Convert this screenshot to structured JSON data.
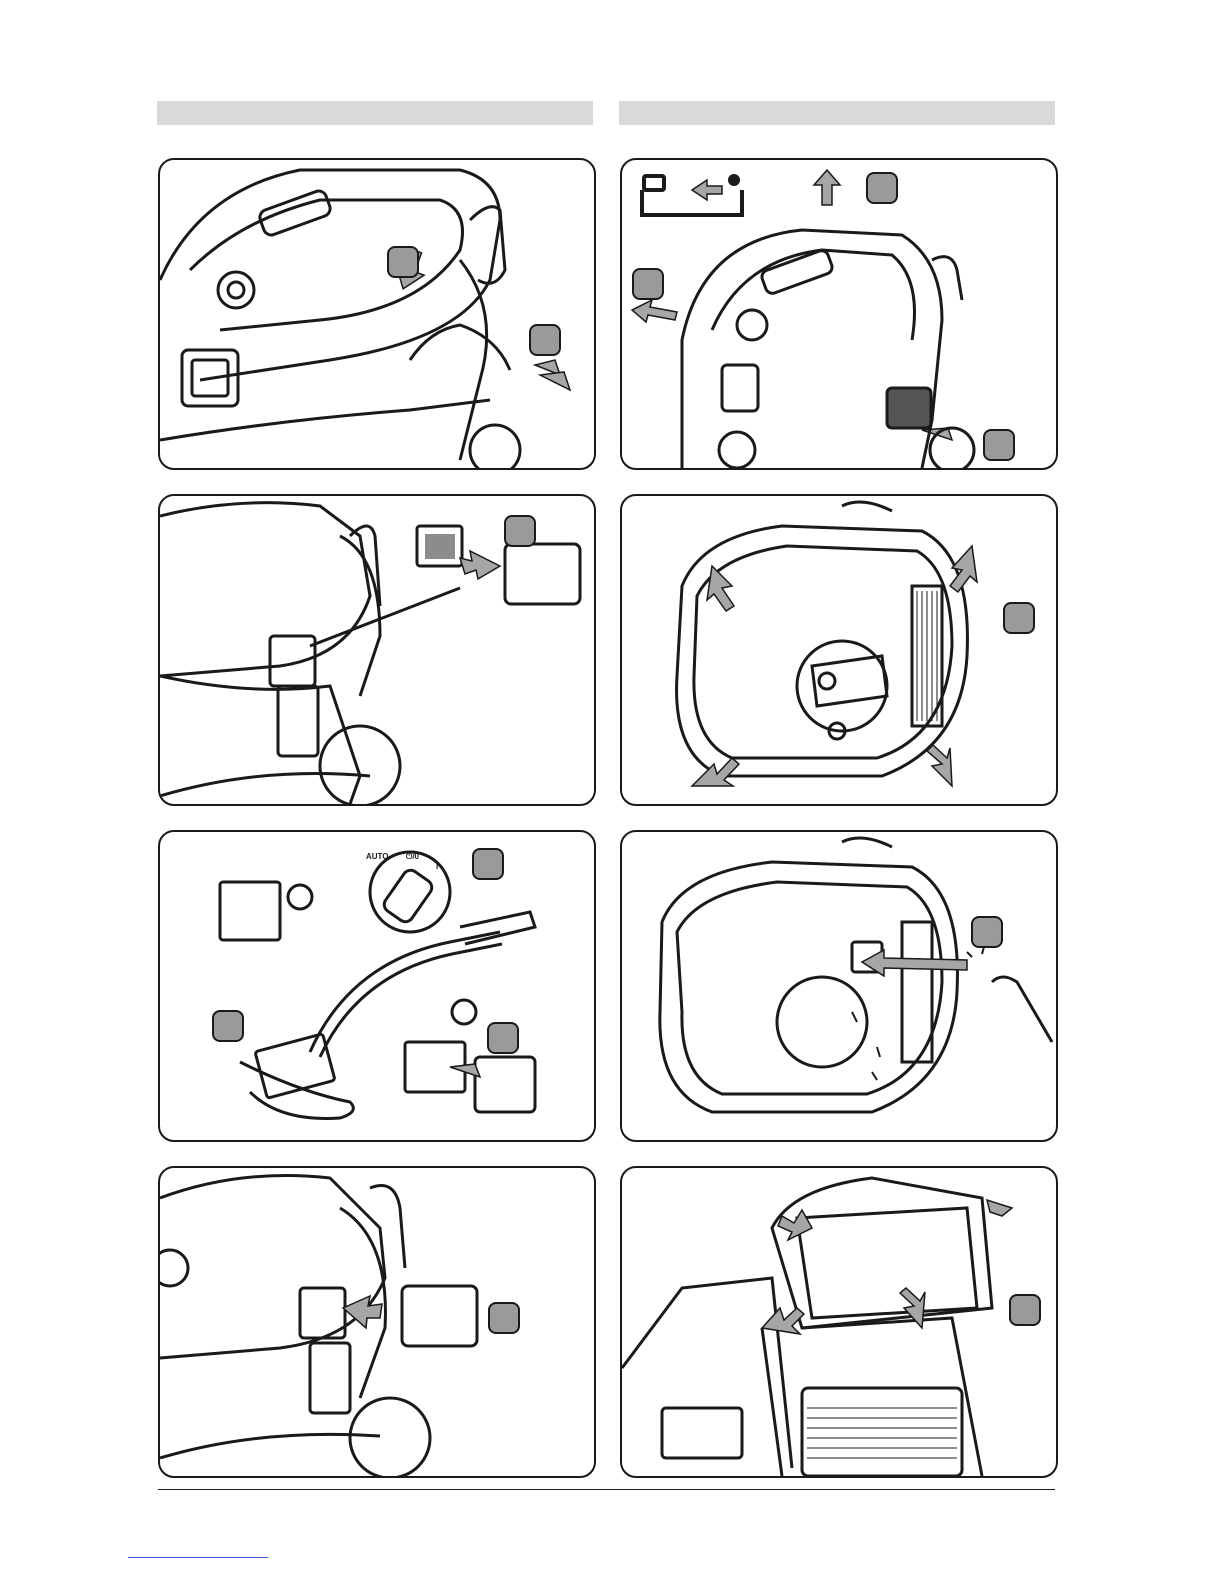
{
  "colors": {
    "header_bar": "#d9d9d9",
    "outline": "#1a1a1a",
    "badge_fill": "#9a9a9a",
    "arrow_fill": "#a6a6a6",
    "link_line": "#3b5bdb"
  },
  "left_column": {
    "panels": [
      {
        "name": "remove-filter-cover",
        "badges": 2
      },
      {
        "name": "take-out-foam-filter",
        "badges": 1
      },
      {
        "name": "clean-foam-filter",
        "badges": 3
      },
      {
        "name": "reinsert-filter-cover",
        "badges": 1
      }
    ]
  },
  "right_column": {
    "panels": [
      {
        "name": "unplug-and-open-unit",
        "badges": 3
      },
      {
        "name": "remove-main-filter",
        "badges": 1
      },
      {
        "name": "clean-filter-chamber",
        "badges": 1
      },
      {
        "name": "insert-main-filter",
        "badges": 1
      }
    ]
  },
  "icons": [
    "unplug-icon",
    "arrow-icon",
    "sad-face-icon",
    "smile-face-icon",
    "hand-icon"
  ],
  "dial": {
    "label_auto": "AUTO",
    "label_power": "⏻/0",
    "label_on": "I"
  }
}
